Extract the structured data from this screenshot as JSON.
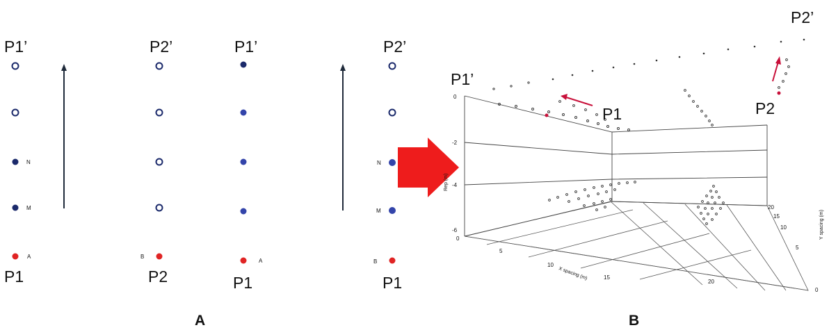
{
  "panels": {
    "a": "A",
    "b": "B"
  },
  "columns": [
    {
      "top": "P1’",
      "bottom": "P1",
      "electrode_labels": {
        "a": "A",
        "m": "M",
        "n": "N"
      }
    },
    {
      "top": "P2’",
      "bottom": "P2",
      "electrode_labels": {
        "b": "B"
      }
    },
    {
      "top": "P1’",
      "bottom": "P1",
      "electrode_labels": {
        "a": "A"
      }
    },
    {
      "top": "P2’",
      "bottom": "P1",
      "electrode_labels": {
        "b": "B",
        "m": "M",
        "n": "N"
      }
    }
  ],
  "plot3d": {
    "labels": {
      "p1_top": "P1’",
      "p2_top": "P2’",
      "p1": "P1",
      "p2": "P2"
    },
    "z_ticks": [
      "0",
      "-2",
      "-4",
      "-6"
    ],
    "x_ticks": [
      "0",
      "5",
      "10",
      "15",
      "20"
    ],
    "y_ticks": [
      "0",
      "5",
      "10",
      "15",
      "20"
    ],
    "x_title": "X spacing (m)",
    "y_title": "Y spacing (m)",
    "z_title": "Rep (m)"
  },
  "colors": {
    "red": "#e02424",
    "navy": "#1b2a6b",
    "blue": "#3344aa",
    "arrow": "#c8103a"
  }
}
